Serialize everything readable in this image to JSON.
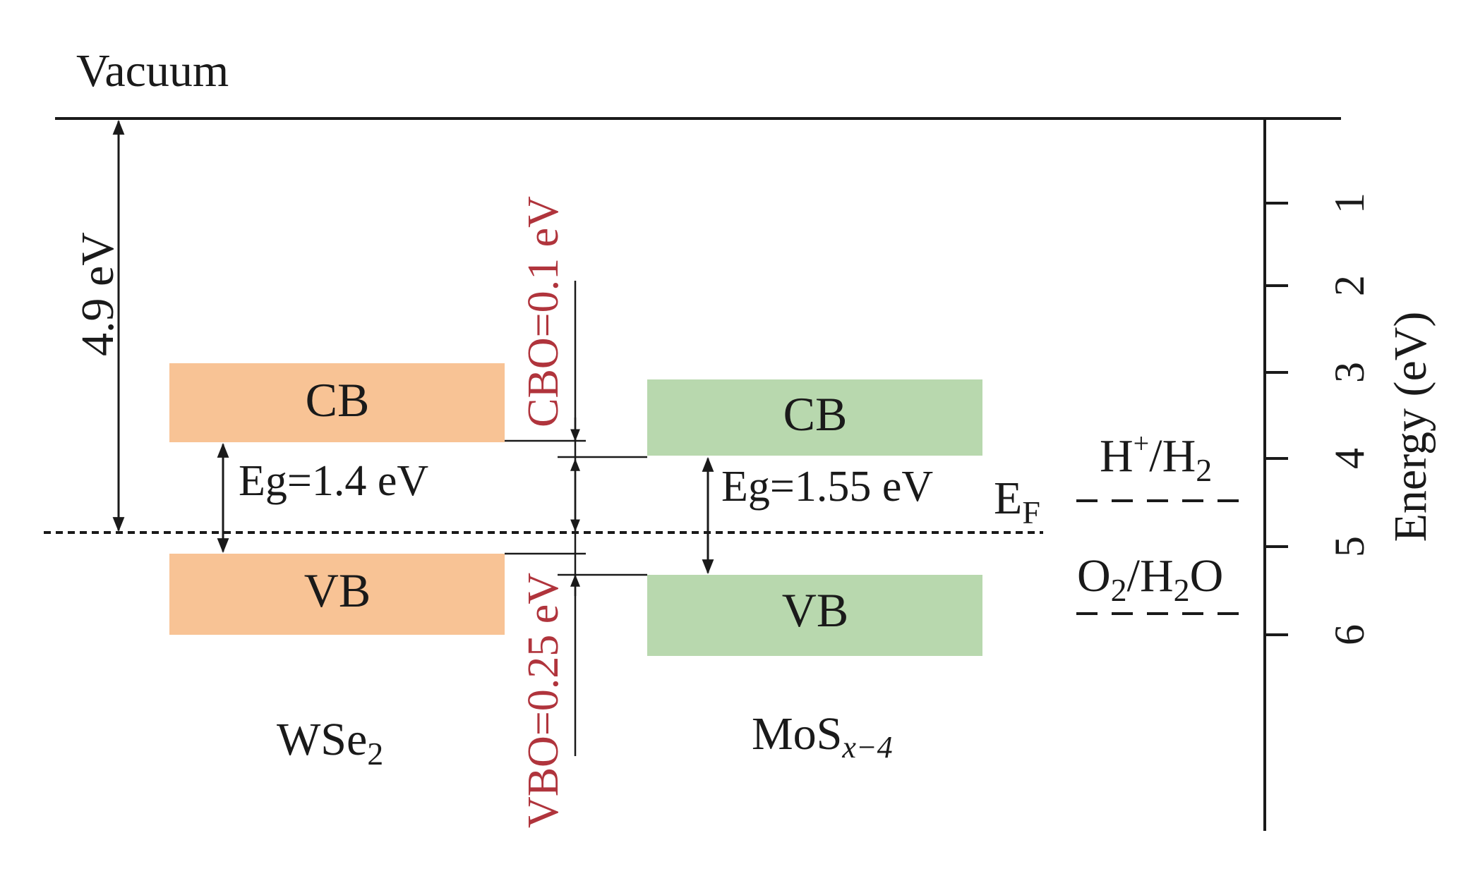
{
  "vacuum_label": "Vacuum",
  "work_function_label": "4.9 eV",
  "materials": [
    {
      "name": "WSe",
      "subscript": "2",
      "cb_label": "CB",
      "vb_label": "VB",
      "bandgap_label": "Eg=1.4 eV",
      "color": "#f8c395"
    },
    {
      "name": "MoS",
      "subscript": "x−4",
      "cb_label": "CB",
      "vb_label": "VB",
      "bandgap_label": "Eg=1.55 eV",
      "color": "#b8d8ae"
    }
  ],
  "offsets": {
    "cbo_label": "CBO=0.1 eV",
    "vbo_label": "VBO=0.25 eV",
    "color": "#b0343c"
  },
  "fermi_label": "E",
  "fermi_subscript": "F",
  "redox": {
    "h_label_parts": [
      "H",
      "+",
      "/H",
      "2"
    ],
    "o_label_parts": [
      "O",
      "2",
      "/H",
      "2",
      "O"
    ]
  },
  "axis": {
    "title": "Energy (eV)",
    "ticks": [
      "1",
      "2",
      "3",
      "4",
      "5",
      "6"
    ]
  }
}
